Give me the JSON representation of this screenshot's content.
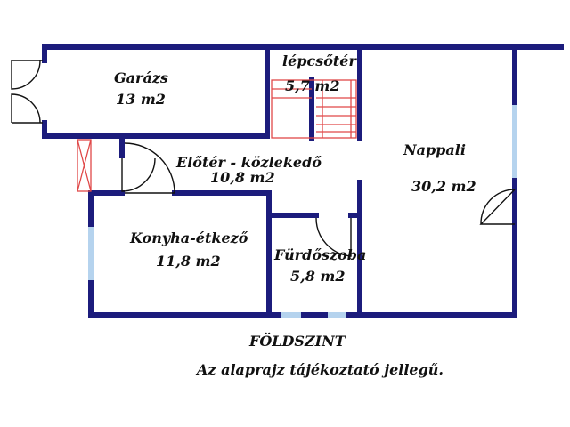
{
  "plan": {
    "rooms": [
      {
        "name": "Garázs",
        "area": "13 m2"
      },
      {
        "name": "lépcsőtér",
        "area": "5,7 m2"
      },
      {
        "name": "Nappali",
        "area": "30,2 m2"
      },
      {
        "name": "Előtér - közlekedő",
        "area": "10,8 m2"
      },
      {
        "name": "Konyha-étkező",
        "area": "11,8 m2"
      },
      {
        "name": "Fürdőszoba",
        "area": "5,8 m2"
      }
    ],
    "level": "FÖLDSZINT",
    "note": "Az alaprajz tájékoztató jellegű."
  },
  "colors": {
    "wall": "#1c1c7c",
    "window": "#b5d3ee",
    "stair": "#e04848",
    "door": "#111111"
  }
}
